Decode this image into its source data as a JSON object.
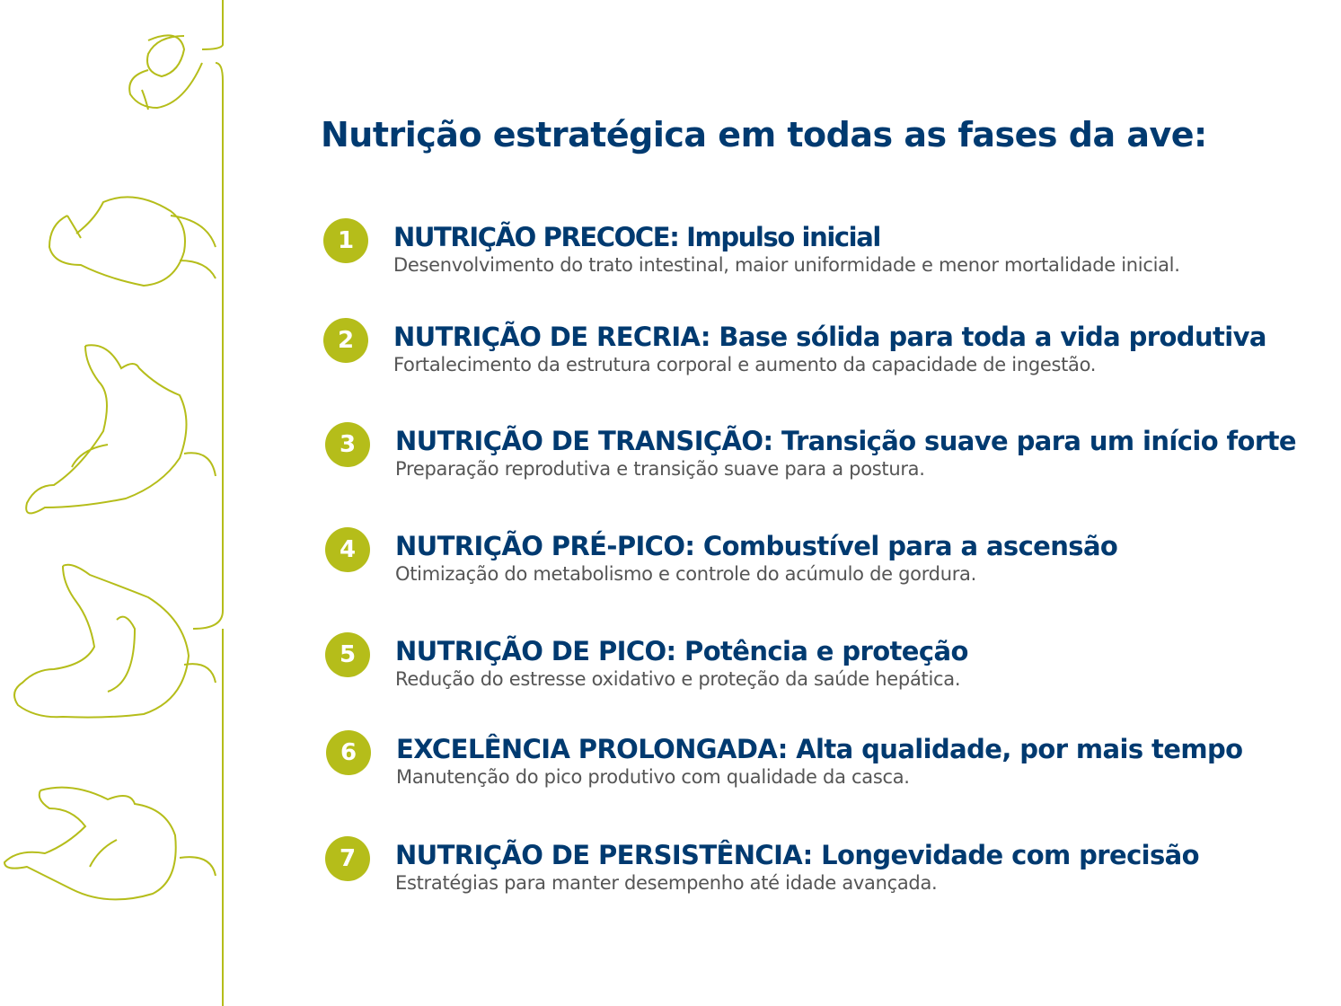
{
  "colors": {
    "navy": "#003a70",
    "accent_green": "#b5bd1a",
    "text_grey": "#555555"
  },
  "title": "Nutrição estratégica em todas as fases da ave:",
  "items": [
    {
      "number": "1",
      "heading": "NUTRIÇÃO PRECOCE: Impulso inicial",
      "description": "Desenvolvimento do trato intestinal, maior uniformidade e menor mortalidade inicial."
    },
    {
      "number": "2",
      "heading": "NUTRIÇÃO DE RECRIA: Base sólida para toda a vida produtiva",
      "description": "Fortalecimento da estrutura corporal e aumento da capacidade de ingestão."
    },
    {
      "number": "3",
      "heading": "NUTRIÇÃO DE TRANSIÇÃO: Transição suave para um início forte",
      "description": "Preparação reprodutiva e transição suave para a postura."
    },
    {
      "number": "4",
      "heading": "NUTRIÇÃO PRÉ-PICO: Combustível para a ascensão",
      "description": "Otimização do metabolismo e controle do acúmulo de gordura."
    },
    {
      "number": "5",
      "heading": "NUTRIÇÃO DE PICO: Potência e proteção",
      "description": "Redução do estresse oxidativo e proteção da saúde hepática."
    },
    {
      "number": "6",
      "heading": "EXCELÊNCIA PROLONGADA: Alta qualidade, por mais tempo",
      "description": "Manutenção do pico produtivo com qualidade da casca."
    },
    {
      "number": "7",
      "heading": "NUTRIÇÃO DE PERSISTÊNCIA: Longevidade com precisão",
      "description": "Estratégias para manter desempenho até idade avançada."
    }
  ]
}
